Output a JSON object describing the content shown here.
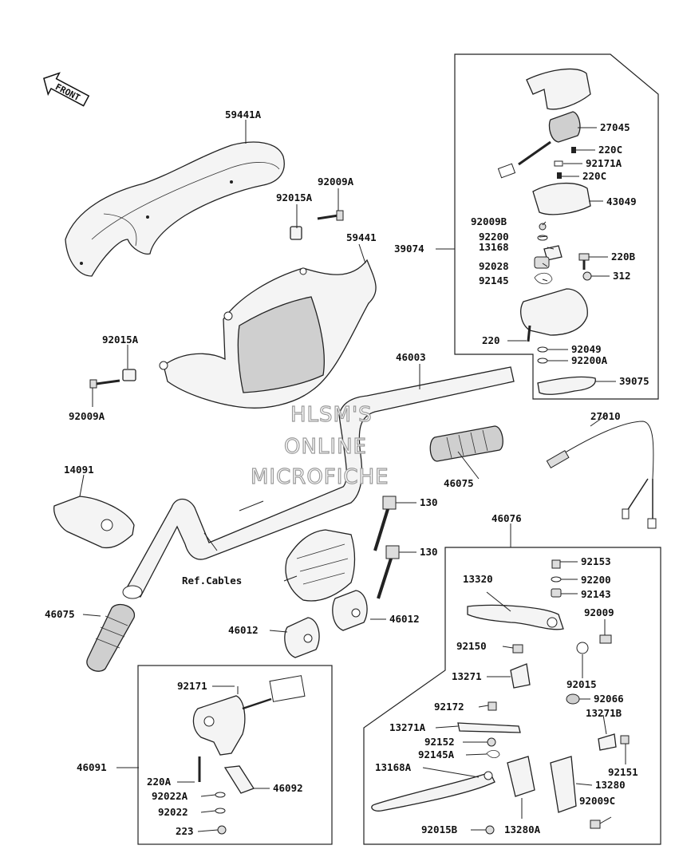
{
  "front_label": "FRONT",
  "watermark": [
    "HLSM'S",
    "ONLINE",
    "MICROFICHE"
  ],
  "parts": {
    "p59441A": "59441A",
    "p92009A_top": "92009A",
    "p92015A_top": "92015A",
    "p59441": "59441",
    "p92015A_left": "92015A",
    "p92009A_left": "92009A",
    "p46003": "46003",
    "p14091": "14091",
    "p46075_mid": "46075",
    "p46075_left": "46075",
    "p130_a": "130",
    "p130_b": "130",
    "p46012_a": "46012",
    "p46012_b": "46012",
    "ref_cables": "Ref.Cables",
    "p39074": "39074",
    "p27045": "27045",
    "p220C_a": "220C",
    "p92171A": "92171A",
    "p220C_b": "220C",
    "p43049": "43049",
    "p92009B": "92009B",
    "p92200_top": "92200",
    "p13168": "13168",
    "p220B": "220B",
    "p92028": "92028",
    "p312": "312",
    "p92145": "92145",
    "p220": "220",
    "p92049": "92049",
    "p92200A": "92200A",
    "p39075": "39075",
    "p27010": "27010",
    "p46076": "46076",
    "p92153": "92153",
    "p13320": "13320",
    "p92200_r": "92200",
    "p92143": "92143",
    "p92009": "92009",
    "p92150": "92150",
    "p13271": "13271",
    "p92015": "92015",
    "p92066": "92066",
    "p92172": "92172",
    "p13271B": "13271B",
    "p13271A": "13271A",
    "p92152": "92152",
    "p92145A": "92145A",
    "p13168A": "13168A",
    "p92151": "92151",
    "p13280": "13280",
    "p92009C": "92009C",
    "p92015B": "92015B",
    "p13280A": "13280A",
    "p92171": "92171",
    "p46091": "46091",
    "p220A": "220A",
    "p92022A": "92022A",
    "p46092": "46092",
    "p92022": "92022",
    "p223": "223"
  }
}
